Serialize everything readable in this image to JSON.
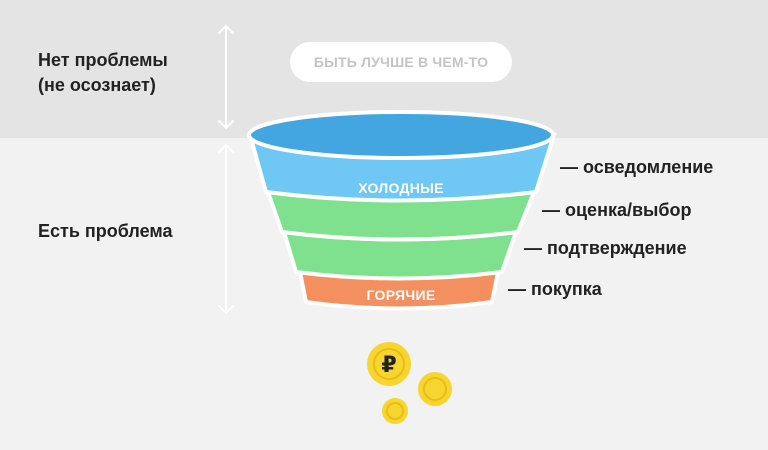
{
  "left_labels": {
    "no_problem": [
      "Нет проблемы",
      "(не осознает)"
    ],
    "has_problem": "Есть проблема"
  },
  "pill": "БЫТЬ ЛУЧШЕ В ЧЕМ-ТО",
  "funnel": {
    "cold_label": "ХОЛОДНЫЕ",
    "hot_label": "ГОРЯЧИЕ"
  },
  "stages": [
    "— осведомление",
    "— оценка/выбор",
    "— подтверждение",
    "— покупка"
  ],
  "coin_symbol": "₽",
  "colors": {
    "blue": "#6ec8f3",
    "blue_dark": "#43a6e0",
    "green": "#7fe08e",
    "orange": "#f4905f",
    "coin": "#f7d531"
  }
}
